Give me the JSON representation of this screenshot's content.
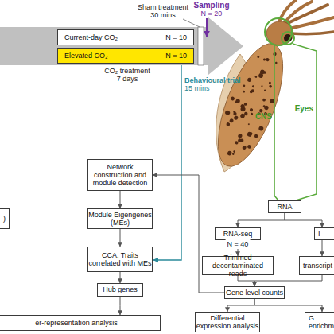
{
  "diagram": {
    "nodes": [
      {
        "text": [
          "Current-day CO₂",
          "N = 10"
        ]
      },
      {
        "text": [
          "Elevated CO₂",
          "N = 10"
        ]
      },
      {
        "text": [
          "Network construction and module detection"
        ]
      },
      {
        "text": [
          "Module Eigengenes (MEs)"
        ]
      },
      {
        "text": [
          ")"
        ]
      },
      {
        "text": [
          "CCA: Traits correlated with MEs"
        ]
      },
      {
        "text": [
          "Hub genes"
        ]
      },
      {
        "text": [
          "er-representation analysis"
        ]
      },
      {
        "text": [
          "RNA"
        ]
      },
      {
        "text": [
          "RNA-seq",
          "N = 40"
        ]
      },
      {
        "text": [
          "I"
        ]
      },
      {
        "text": [
          "Trimmed decontaminated reads"
        ]
      },
      {
        "text": [
          "transcript"
        ]
      },
      {
        "text": [
          "Gene level counts"
        ]
      },
      {
        "text": [
          "Differential expression analysis"
        ]
      },
      {
        "text": [
          "G enrichm"
        ]
      }
    ],
    "edges": [
      {
        "from": 8,
        "to": 9,
        "arrow": "to"
      },
      {
        "from": 8,
        "to": 10,
        "arrow": "to"
      },
      {
        "from": 9,
        "to": 11,
        "arrow": "to"
      },
      {
        "from": 10,
        "to": 12,
        "arrow": "to"
      },
      {
        "from": 11,
        "to": 13,
        "arrow": "to"
      },
      {
        "from": 12,
        "to": 13,
        "arrow": "to"
      },
      {
        "from": 13,
        "to": 14,
        "arrow": "to"
      },
      {
        "from": 13,
        "to": 15,
        "arrow": "to"
      },
      {
        "from": 13,
        "to": 2,
        "arrow": "to"
      },
      {
        "from": 2,
        "to": 3,
        "arrow": "to"
      },
      {
        "from": 3,
        "to": 5,
        "arrow": "to"
      },
      {
        "from": 5,
        "to": 6,
        "arrow": "to"
      },
      {
        "from": 6,
        "to": 7,
        "arrow": "to"
      }
    ],
    "labels": [
      "Sham treatment",
      "30 mins",
      "Sampling",
      "N = 20",
      "CO₂ treatment",
      "7 days",
      "Behavioural trial",
      "15 mins",
      "CNS",
      "Eyes"
    ]
  }
}
